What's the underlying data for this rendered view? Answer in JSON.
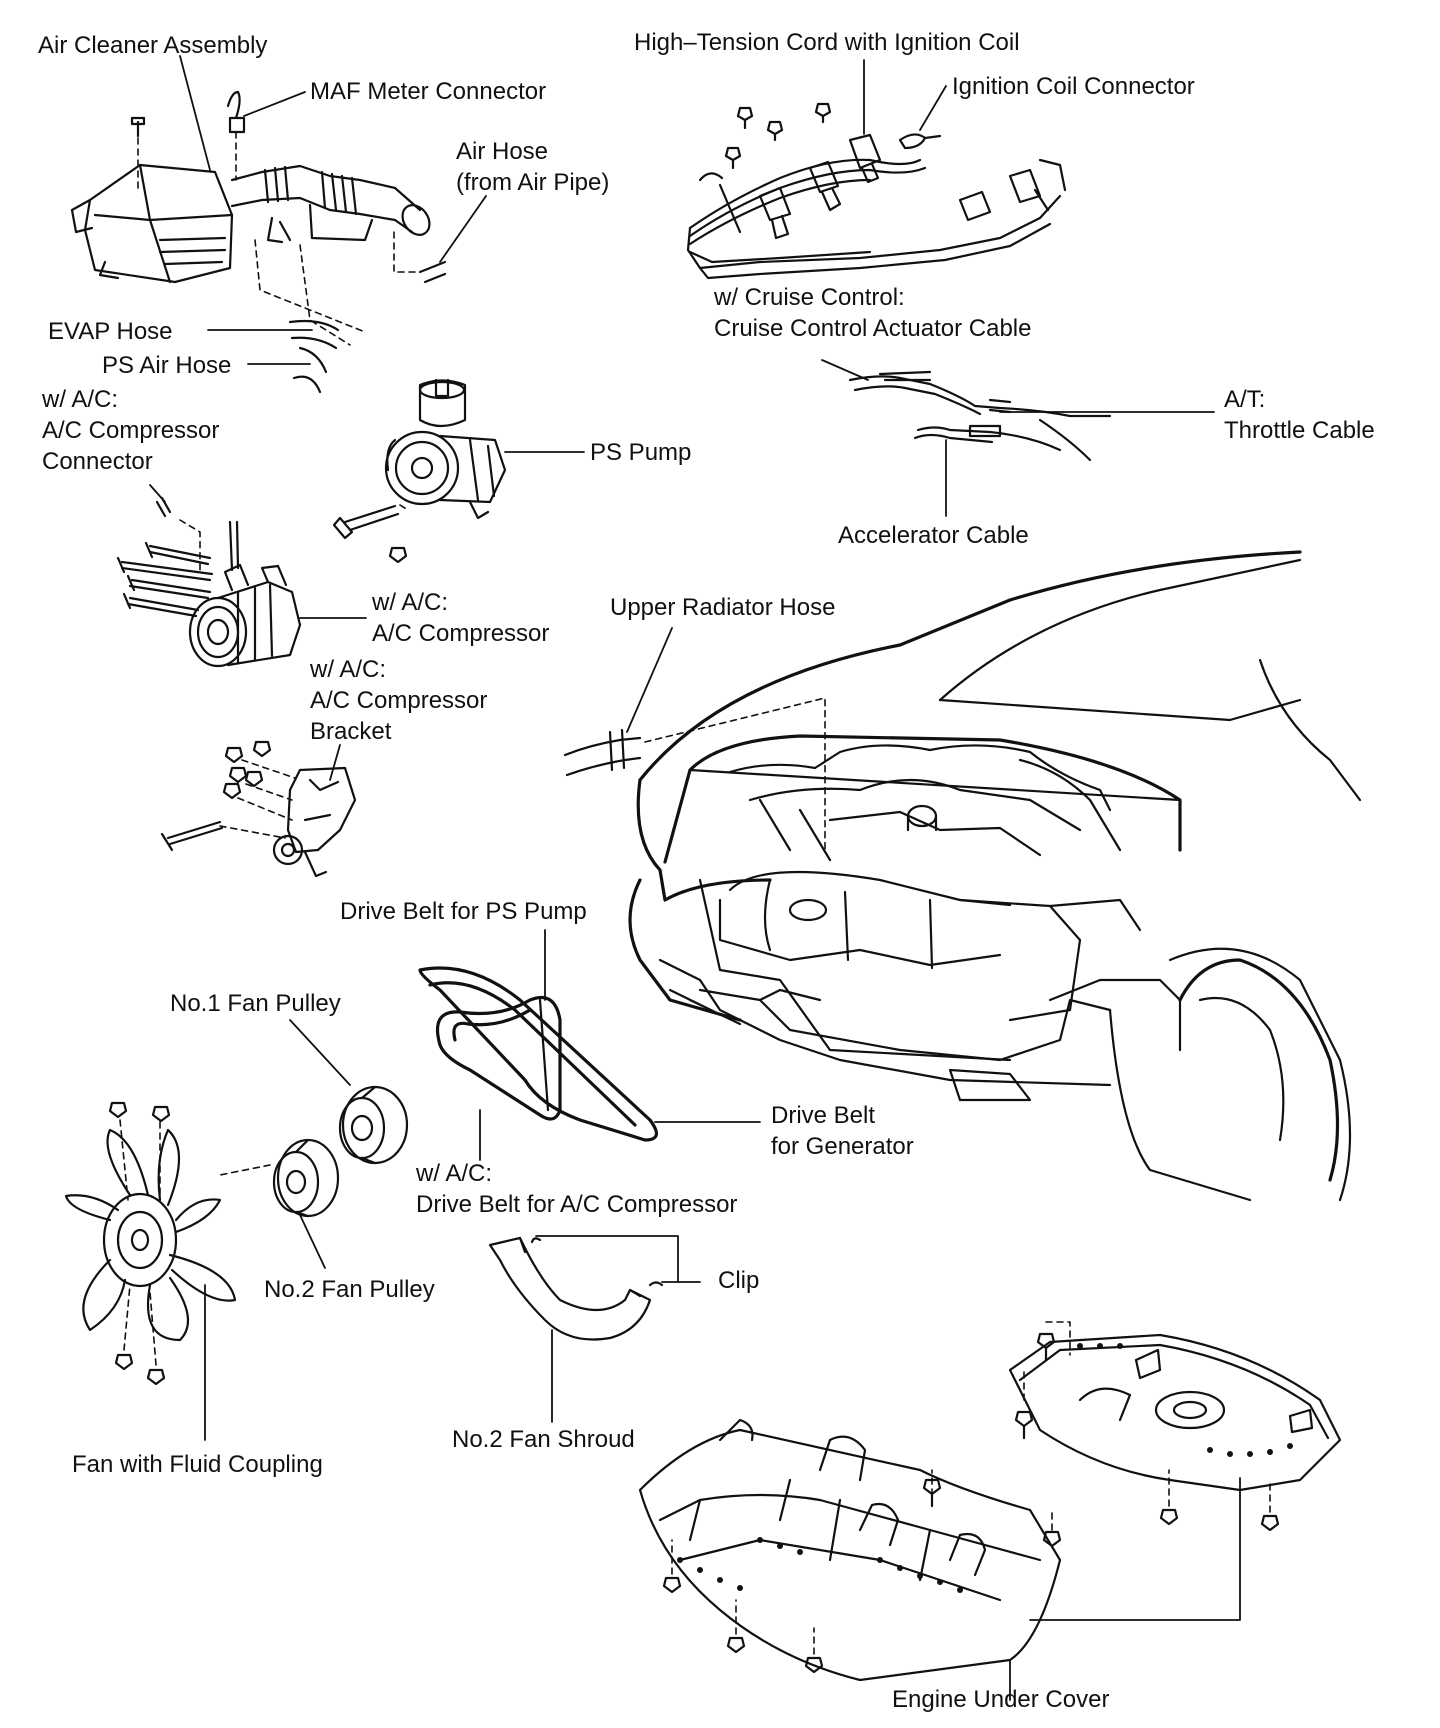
{
  "labels": {
    "air_cleaner_assembly": "Air Cleaner Assembly",
    "maf_meter_connector": "MAF Meter Connector",
    "air_hose": "Air Hose\n(from Air Pipe)",
    "evap_hose": "EVAP Hose",
    "ps_air_hose": "PS Air Hose",
    "ac_compressor_connector": "w/ A/C:\nA/C Compressor\nConnector",
    "ps_pump": "PS Pump",
    "ac_compressor": "w/ A/C:\nA/C Compressor",
    "ac_compressor_bracket": "w/ A/C:\nA/C Compressor\nBracket",
    "high_tension_cord": "High–Tension Cord with Ignition Coil",
    "ignition_coil_connector": "Ignition Coil Connector",
    "cruise_control_cable": "w/ Cruise Control:\nCruise Control Actuator Cable",
    "throttle_cable": "A/T:\nThrottle Cable",
    "accelerator_cable": "Accelerator Cable",
    "upper_radiator_hose": "Upper Radiator Hose",
    "drive_belt_ps_pump": "Drive Belt for PS Pump",
    "no1_fan_pulley": "No.1 Fan Pulley",
    "drive_belt_generator": "Drive Belt\nfor Generator",
    "drive_belt_ac": "w/ A/C:\nDrive Belt for A/C Compressor",
    "no2_fan_pulley": "No.2 Fan Pulley",
    "clip": "Clip",
    "no2_fan_shroud": "No.2 Fan Shroud",
    "fan_fluid_coupling": "Fan with Fluid Coupling",
    "engine_under_cover": "Engine Under Cover"
  }
}
